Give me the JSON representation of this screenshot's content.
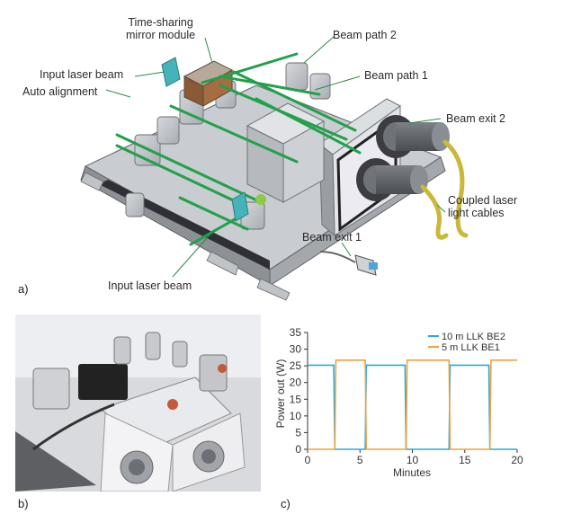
{
  "panel_a": {
    "letter": "a)",
    "labels": {
      "time_sharing_line1": "Time-sharing",
      "time_sharing_line2": "mirror module",
      "input_laser_beam_top": "Input laser beam",
      "auto_alignment": "Auto alignment",
      "beam_path_2": "Beam path 2",
      "beam_path_1": "Beam path 1",
      "beam_exit_2": "Beam exit 2",
      "coupled_line1": "Coupled laser",
      "coupled_line2": "light cables",
      "beam_exit_1": "Beam exit 1",
      "input_laser_beam_bottom": "Input laser beam"
    }
  },
  "panel_b": {
    "letter": "b)"
  },
  "panel_c": {
    "letter": "c)"
  },
  "chart_data": {
    "type": "line",
    "xlabel": "Minutes",
    "ylabel": "Power out (W)",
    "xlim": [
      0,
      20
    ],
    "ylim": [
      0,
      35
    ],
    "xticks": [
      "0",
      "5",
      "10",
      "15",
      "20"
    ],
    "yticks": [
      "0",
      "5",
      "10",
      "15",
      "20",
      "25",
      "30",
      "35"
    ],
    "grid": false,
    "legend": "top-right",
    "series": [
      {
        "name": "10 m LLK BE2",
        "color": "#29a9dc",
        "x": [
          0,
          2.5,
          2.6,
          5.5,
          5.6,
          9.3,
          9.4,
          13.5,
          13.6,
          17.3,
          17.4,
          20
        ],
        "y": [
          25.2,
          25.2,
          0,
          0,
          25.2,
          25.2,
          0,
          0,
          25.2,
          25.2,
          0,
          0
        ]
      },
      {
        "name": "5 m LLK BE1",
        "color": "#f0a23c",
        "x": [
          0,
          2.6,
          2.7,
          5.5,
          5.6,
          9.4,
          9.5,
          13.5,
          13.6,
          17.4,
          17.5,
          20
        ],
        "y": [
          0,
          0,
          26.7,
          26.7,
          0,
          0,
          26.7,
          26.7,
          0,
          0,
          26.7,
          26.7
        ]
      }
    ]
  }
}
